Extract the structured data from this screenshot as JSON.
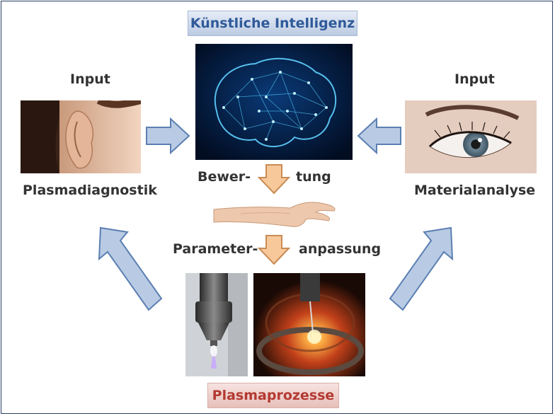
{
  "titles": {
    "ai": "Künstliche Intelligenz",
    "process": "Plasmaprozesse"
  },
  "left": {
    "input": "Input",
    "label": "Plasmadiagnostik",
    "image_icon": "ear-icon"
  },
  "right": {
    "input": "Input",
    "label": "Materialanalyse",
    "image_icon": "eye-icon"
  },
  "center": {
    "brain_icon": "neural-network-brain-icon",
    "hand_icon": "hand-arm-icon",
    "evaluation_left": "Bewer-",
    "evaluation_right": "tung",
    "adjust_left": "Parameter-",
    "adjust_right": "anpassung"
  },
  "bottom": {
    "nozzle_icon": "plasma-nozzle-icon",
    "chamber_icon": "plasma-chamber-icon"
  },
  "colors": {
    "blue_arrow": "#b9cbe4",
    "blue_arrow_stroke": "#5b7fb2",
    "orange_arrow": "#f7c89a",
    "orange_arrow_stroke": "#c98b55",
    "title_blue": "#2f5a9a",
    "title_red": "#b33a32"
  }
}
